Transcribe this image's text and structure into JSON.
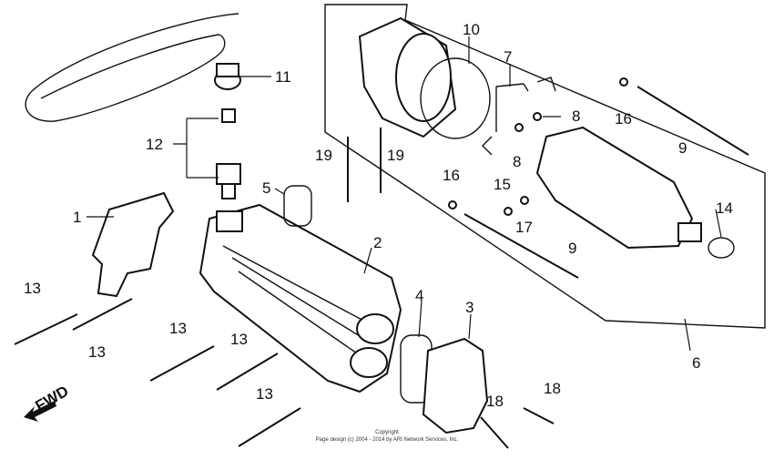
{
  "diagram": {
    "orientation": "FWD",
    "copyright_line1": "Copyright",
    "copyright_line2": "Page design (c) 2004 - 2014 by ARI Network Services, Inc.",
    "callouts": {
      "p1": "1",
      "p2": "2",
      "p3": "3",
      "p4": "4",
      "p5": "5",
      "p6": "6",
      "p7": "7",
      "p8a": "8",
      "p8b": "8",
      "p9a": "9",
      "p9b": "9",
      "p10": "10",
      "p11": "11",
      "p12": "12",
      "p13a": "13",
      "p13b": "13",
      "p13c": "13",
      "p13d": "13",
      "p13e": "13",
      "p14": "14",
      "p15": "15",
      "p16a": "16",
      "p16b": "16",
      "p17": "17",
      "p18a": "18",
      "p18b": "18",
      "p19a": "19",
      "p19b": "19"
    }
  }
}
